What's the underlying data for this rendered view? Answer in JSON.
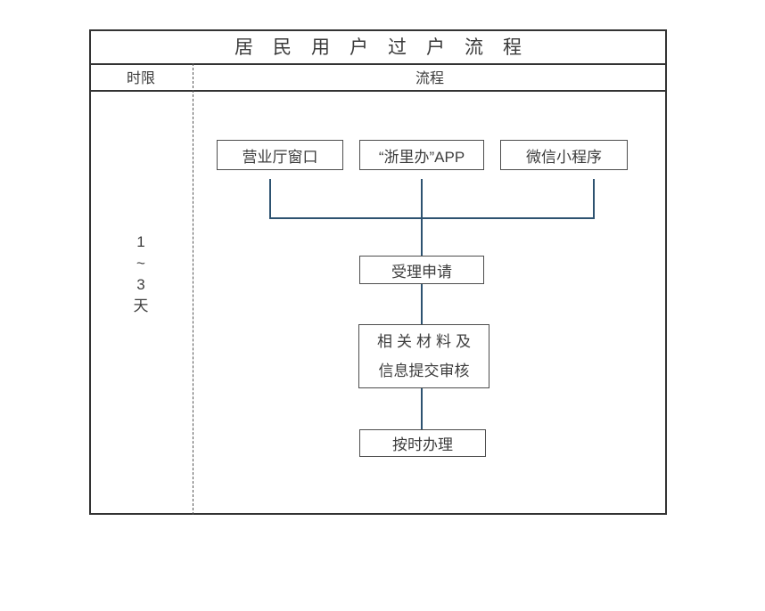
{
  "title": "居民用户过户流程",
  "table": {
    "time_column_header": "时限",
    "flow_column_header": "流程",
    "duration_lines": [
      "1",
      "~",
      "3",
      "天"
    ]
  },
  "flow": {
    "channels": [
      {
        "label": "营业厅窗口"
      },
      {
        "label": "“浙里办”APP"
      },
      {
        "label": "微信小程序"
      }
    ],
    "steps": {
      "accept": "受理申请",
      "materials_line1": "相关材料及",
      "materials_line2": "信息提交审核",
      "ontime": "按时办理"
    }
  },
  "colors": {
    "connector_line": "#2d5270",
    "box_border": "#4d4d4d",
    "frame_border": "#333333",
    "text": "#3d3d3d",
    "background": "#ffffff"
  }
}
